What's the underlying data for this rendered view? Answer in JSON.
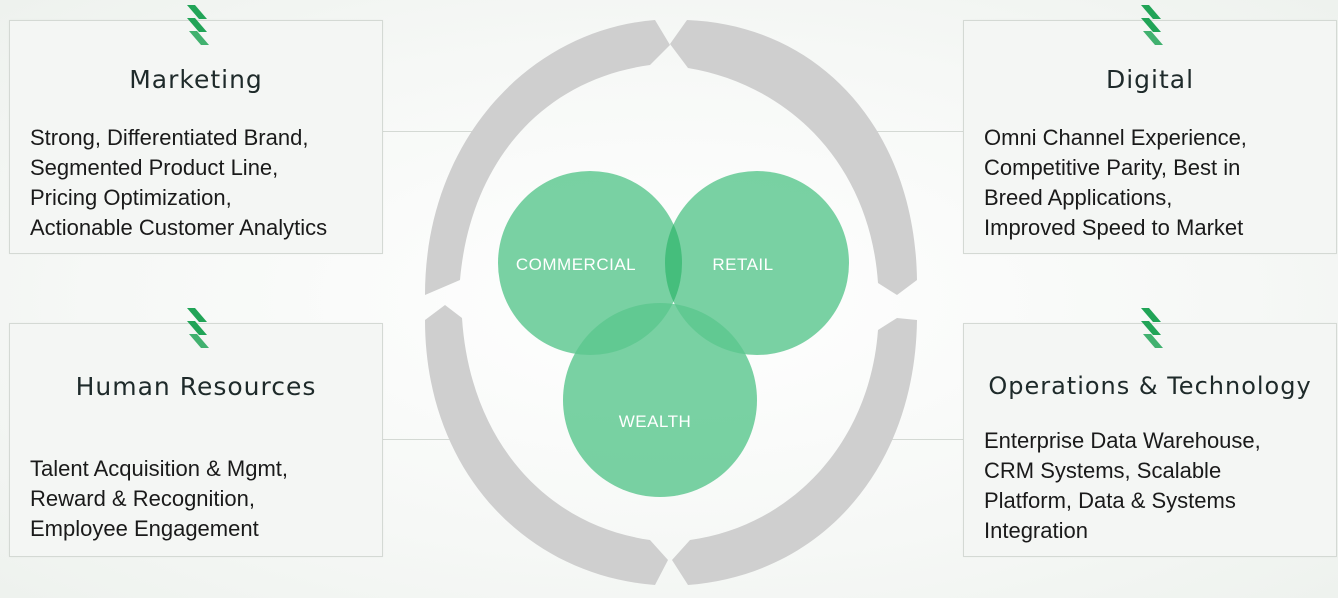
{
  "center": {
    "circles": [
      {
        "label": "COMMERCIAL"
      },
      {
        "label": "RETAIL"
      },
      {
        "label": "WEALTH"
      }
    ],
    "colors": {
      "circle_fill": "#5cc78f",
      "overlap_fill": "#24ad62",
      "arrow_gray": "#cfcfcf",
      "accent_green": "#21a457"
    }
  },
  "panels": {
    "marketing": {
      "title": "Marketing",
      "lines": [
        "Strong, Differentiated Brand,",
        "Segmented Product Line,",
        "Pricing Optimization,",
        "Actionable Customer Analytics"
      ]
    },
    "digital": {
      "title": "Digital",
      "lines": [
        "Omni Channel Experience,",
        "Competitive Parity, Best in",
        "Breed Applications,",
        "Improved Speed to Market"
      ]
    },
    "human_resources": {
      "title": "Human Resources",
      "lines": [
        "Talent Acquisition & Mgmt,",
        "Reward & Recognition,",
        "Employee Engagement"
      ]
    },
    "operations": {
      "title": "Operations & Technology",
      "lines": [
        "Enterprise Data Warehouse,",
        "CRM Systems, Scalable",
        "Platform, Data & Systems",
        "Integration"
      ]
    }
  }
}
